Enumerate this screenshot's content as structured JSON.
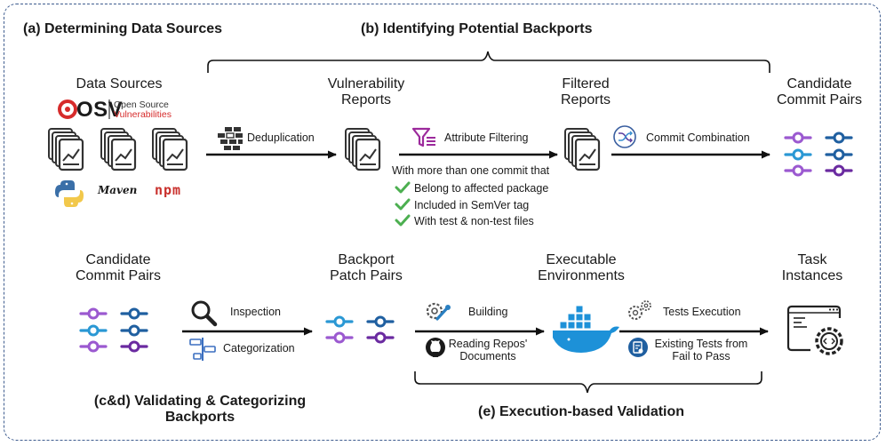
{
  "sections": {
    "a": "(a)  Determining Data Sources",
    "b": "(b)  Identifying Potential Backports",
    "cd_line1": "(c&d)  Validating & Categorizing",
    "cd_line2": "Backports",
    "e": "(e)  Execution-based Validation"
  },
  "row1": {
    "data_sources": "Data Sources",
    "osv_logo": "OSV",
    "osv_line1": "Open Source",
    "osv_line2": "Vulnerabilities",
    "maven_logo": "Maven",
    "npm_logo": "npm",
    "vuln_reports_1": "Vulnerability",
    "vuln_reports_2": "Reports",
    "filtered_1": "Filtered",
    "filtered_2": "Reports",
    "candidate_1": "Candidate",
    "candidate_2": "Commit Pairs",
    "dedup": "Deduplication",
    "attr_filter": "Attribute Filtering",
    "commit_combo": "Commit Combination",
    "criteria_intro": "With more than one commit that",
    "criteria": [
      "Belong to affected package",
      "Included in SemVer tag",
      "With test & non-test files"
    ]
  },
  "row2": {
    "candidate_1": "Candidate",
    "candidate_2": "Commit Pairs",
    "inspection": "Inspection",
    "categorization": "Categorization",
    "backport_1": "Backport",
    "backport_2": "Patch Pairs",
    "building": "Building",
    "reading_1": "Reading Repos'",
    "reading_2": "Documents",
    "exec_env_1": "Executable",
    "exec_env_2": "Environments",
    "tests_exec": "Tests Execution",
    "existing_1": "Existing Tests from",
    "existing_2": "Fail to Pass",
    "task_1": "Task",
    "task_2": "Instances"
  },
  "colors": {
    "frame": "#3e5c8f",
    "purple": "#9b59d0",
    "blue": "#2a7fc1",
    "dark_purple": "#6a2aa0",
    "check_green": "#4caf50",
    "filter_magenta": "#9c2a9c",
    "docker_blue": "#1d91d8",
    "icon_gray": "#555555",
    "osv_red": "#d62b2b"
  },
  "icons": [
    "document-stack-icon",
    "python-logo-icon",
    "maven-logo-icon",
    "npm-logo-icon",
    "brick-icon",
    "filter-icon",
    "shuffle-icon",
    "check-icon",
    "slider-pair-icon",
    "magnifier-icon",
    "categorize-icon",
    "build-gear-icon",
    "github-icon",
    "docker-icon",
    "gears-icon",
    "checklist-icon",
    "task-gear-icon"
  ]
}
